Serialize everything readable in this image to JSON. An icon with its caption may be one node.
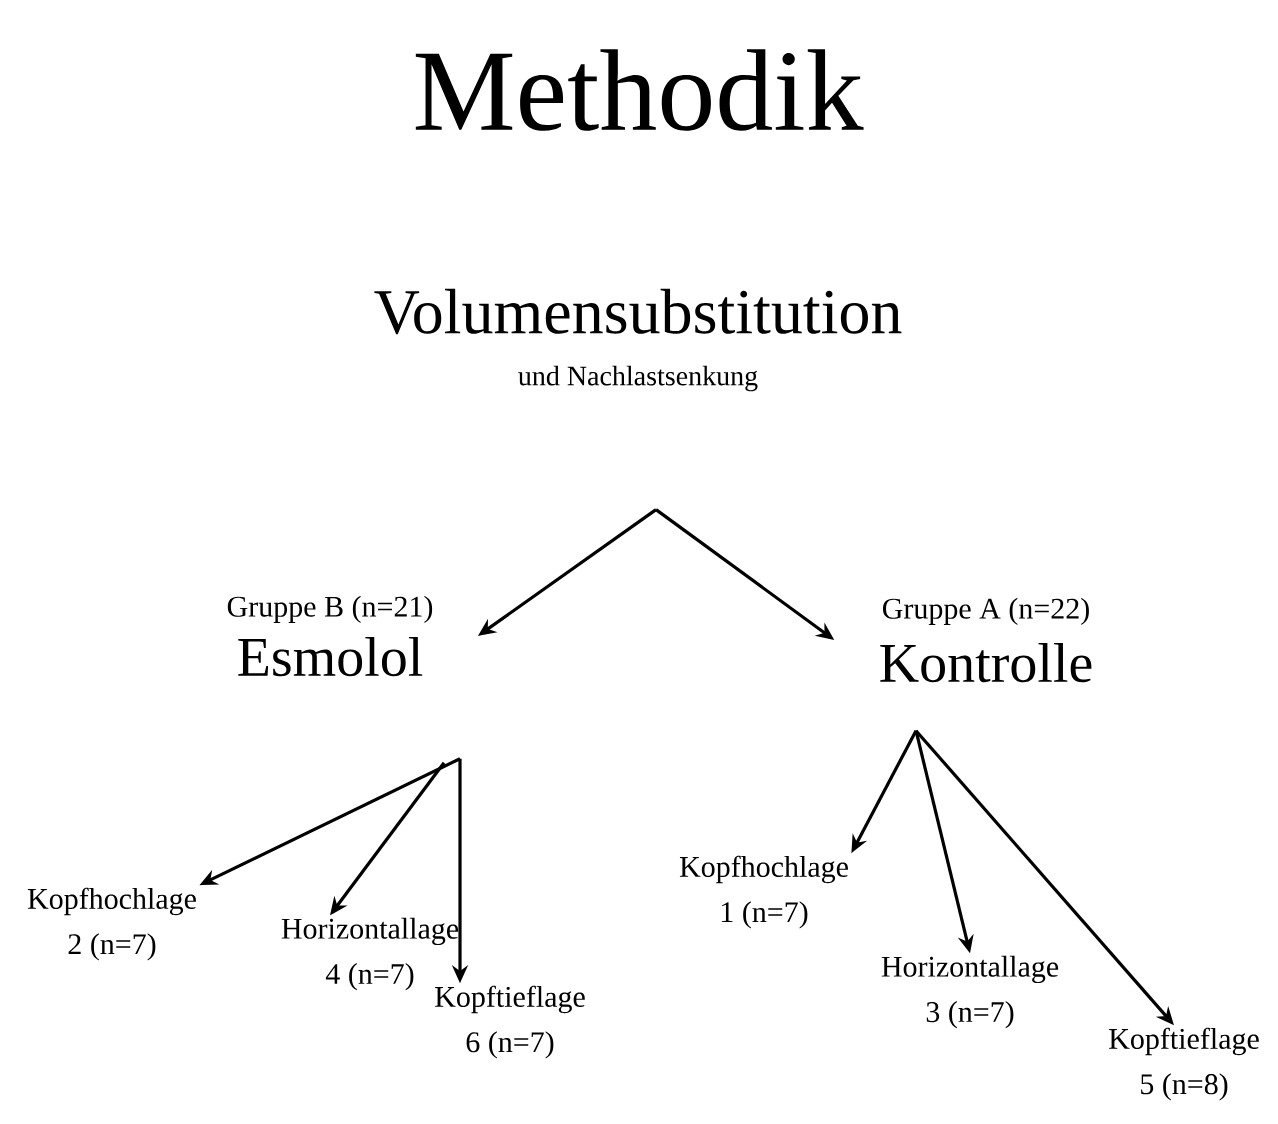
{
  "diagram": {
    "title": "Methodik",
    "nodes": [
      {
        "text": [
          "Volumensubstitution",
          "und Nachlastsenkung"
        ]
      },
      {
        "text": [
          "Gruppe B (n=21)",
          "Esmolol"
        ]
      },
      {
        "text": [
          "Gruppe A (n=22)",
          "Kontrolle"
        ]
      },
      {
        "text": [
          "Kopfhochlage",
          "2 (n=7)"
        ]
      },
      {
        "text": [
          "Horizontallage",
          "4 (n=7)"
        ]
      },
      {
        "text": [
          "Kopftieflage",
          "6 (n=7)"
        ]
      },
      {
        "text": [
          "Kopfhochlage",
          "1 (n=7)"
        ]
      },
      {
        "text": [
          "Horizontallage",
          "3 (n=7)"
        ]
      },
      {
        "text": [
          "Kopftieflage",
          "5 (n=8)"
        ]
      }
    ],
    "edges": [
      {
        "from": 0,
        "to": 1,
        "arrow": "to"
      },
      {
        "from": 0,
        "to": 2,
        "arrow": "to"
      },
      {
        "from": 1,
        "to": 3,
        "arrow": "to"
      },
      {
        "from": 1,
        "to": 4,
        "arrow": "to"
      },
      {
        "from": 1,
        "to": 5,
        "arrow": "to"
      },
      {
        "from": 2,
        "to": 6,
        "arrow": "to"
      },
      {
        "from": 2,
        "to": 7,
        "arrow": "to"
      },
      {
        "from": 2,
        "to": 8,
        "arrow": "to"
      }
    ]
  }
}
